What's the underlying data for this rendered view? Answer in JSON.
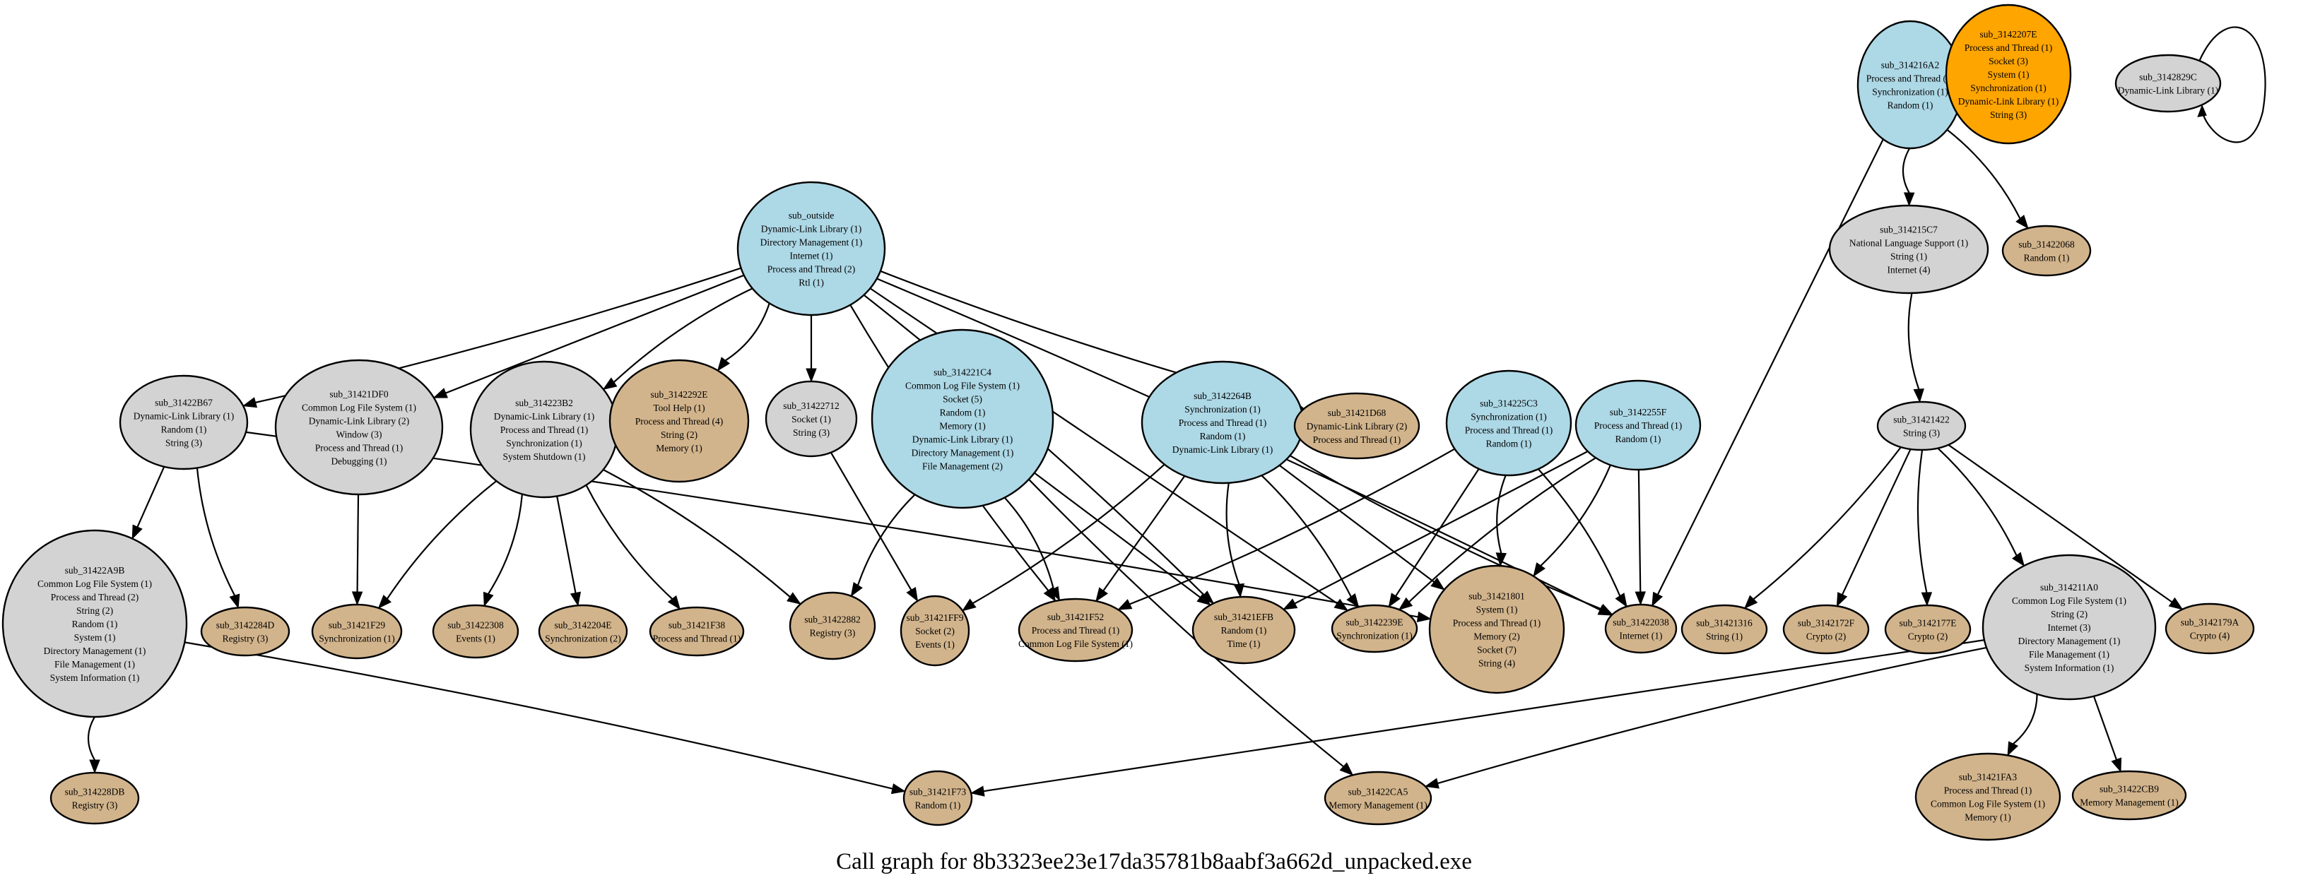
{
  "title": "Call graph for 8b3323ee23e17da35781b8aabf3a662d_unpacked.exe",
  "colors": {
    "root": "#add8e6",
    "intermediate": "#d3d3d3",
    "leaf": "#d2b48c",
    "isolated_highlight": "#ffa500"
  },
  "nodes": [
    {
      "id": "sub_outside",
      "category": "root",
      "lines": [
        "Dynamic-Link Library (1)",
        "Directory Management (1)",
        "Internet (1)",
        "Process and Thread (2)",
        "Rtl (1)"
      ]
    },
    {
      "id": "sub_31422B67",
      "category": "intermediate",
      "lines": [
        "Dynamic-Link Library (1)",
        "Random (1)",
        "String (3)"
      ]
    },
    {
      "id": "sub_31421DF0",
      "category": "intermediate",
      "lines": [
        "Common Log File System (1)",
        "Dynamic-Link Library (2)",
        "Window (3)",
        "Process and Thread (1)",
        "Debugging (1)"
      ]
    },
    {
      "id": "sub_314223B2",
      "category": "intermediate",
      "lines": [
        "Dynamic-Link Library (1)",
        "Process and Thread (1)",
        "Synchronization (1)",
        "System Shutdown (1)"
      ]
    },
    {
      "id": "sub_3142292E",
      "category": "leaf",
      "lines": [
        "Tool Help (1)",
        "Process and Thread (4)",
        "String (2)",
        "Memory (1)"
      ]
    },
    {
      "id": "sub_31422712",
      "category": "intermediate",
      "lines": [
        "Socket (1)",
        "String (3)"
      ]
    },
    {
      "id": "sub_314221C4",
      "category": "root",
      "lines": [
        "Common Log File System (1)",
        "Socket (5)",
        "Random (1)",
        "Memory (1)",
        "Dynamic-Link Library (1)",
        "Directory Management (1)",
        "File Management (2)"
      ]
    },
    {
      "id": "sub_3142264B",
      "category": "root",
      "lines": [
        "Synchronization (1)",
        "Process and Thread (1)",
        "Random (1)",
        "Dynamic-Link Library (1)"
      ]
    },
    {
      "id": "sub_31421D68",
      "category": "leaf",
      "lines": [
        "Dynamic-Link Library (2)",
        "Process and Thread (1)"
      ]
    },
    {
      "id": "sub_314225C3",
      "category": "root",
      "lines": [
        "Synchronization (1)",
        "Process and Thread (1)",
        "Random (1)"
      ]
    },
    {
      "id": "sub_3142255F",
      "category": "root",
      "lines": [
        "Process and Thread (1)",
        "Random (1)"
      ]
    },
    {
      "id": "sub_314216A2",
      "category": "root",
      "lines": [
        "Process and Thread (1)",
        "Synchronization (1)",
        "Random (1)"
      ]
    },
    {
      "id": "sub_3142207E",
      "category": "isolated_highlight",
      "lines": [
        "Process and Thread (1)",
        "Socket (3)",
        "System (1)",
        "Synchronization (1)",
        "Dynamic-Link Library (1)",
        "String (3)"
      ]
    },
    {
      "id": "sub_3142829C",
      "category": "intermediate",
      "lines": [
        "Dynamic-Link Library (1)"
      ]
    },
    {
      "id": "sub_314215C7",
      "category": "intermediate",
      "lines": [
        "National Language Support (1)",
        "String (1)",
        "Internet (4)"
      ]
    },
    {
      "id": "sub_31422068",
      "category": "leaf",
      "lines": [
        "Random (1)"
      ]
    },
    {
      "id": "sub_31421422",
      "category": "intermediate",
      "lines": [
        "String (3)"
      ]
    },
    {
      "id": "sub_31422A9B",
      "category": "intermediate",
      "lines": [
        "Common Log File System (1)",
        "Process and Thread (2)",
        "String (2)",
        "Random (1)",
        "System (1)",
        "Directory Management (1)",
        "File Management (1)",
        "System Information (1)"
      ]
    },
    {
      "id": "sub_3142284D",
      "category": "leaf",
      "lines": [
        "Registry (3)"
      ]
    },
    {
      "id": "sub_31421F29",
      "category": "leaf",
      "lines": [
        "Synchronization (1)"
      ]
    },
    {
      "id": "sub_31422308",
      "category": "leaf",
      "lines": [
        "Events (1)"
      ]
    },
    {
      "id": "sub_3142204E",
      "category": "leaf",
      "lines": [
        "Synchronization (2)"
      ]
    },
    {
      "id": "sub_31421F38",
      "category": "leaf",
      "lines": [
        "Process and Thread (1)"
      ]
    },
    {
      "id": "sub_31422882",
      "category": "leaf",
      "lines": [
        "Registry (3)"
      ]
    },
    {
      "id": "sub_31421FF9",
      "category": "leaf",
      "lines": [
        "Socket (2)",
        "Events (1)"
      ]
    },
    {
      "id": "sub_31421F52",
      "category": "leaf",
      "lines": [
        "Process and Thread (1)",
        "Common Log File System (1)"
      ]
    },
    {
      "id": "sub_31421EFB",
      "category": "leaf",
      "lines": [
        "Random (1)",
        "Time (1)"
      ]
    },
    {
      "id": "sub_3142239E",
      "category": "leaf",
      "lines": [
        "Synchronization (1)"
      ]
    },
    {
      "id": "sub_31421801",
      "category": "leaf",
      "lines": [
        "System (1)",
        "Process and Thread (1)",
        "Memory (2)",
        "Socket (7)",
        "String (4)"
      ]
    },
    {
      "id": "sub_31422038",
      "category": "leaf",
      "lines": [
        "Internet (1)"
      ]
    },
    {
      "id": "sub_31421316",
      "category": "leaf",
      "lines": [
        "String (1)"
      ]
    },
    {
      "id": "sub_3142172F",
      "category": "leaf",
      "lines": [
        "Crypto (2)"
      ]
    },
    {
      "id": "sub_3142177E",
      "category": "leaf",
      "lines": [
        "Crypto (2)"
      ]
    },
    {
      "id": "sub_314211A0",
      "category": "intermediate",
      "lines": [
        "Common Log File System (1)",
        "String (2)",
        "Internet (3)",
        "Directory Management (1)",
        "File Management (1)",
        "System Information (1)"
      ]
    },
    {
      "id": "sub_3142179A",
      "category": "leaf",
      "lines": [
        "Crypto (4)"
      ]
    },
    {
      "id": "sub_314228DB",
      "category": "leaf",
      "lines": [
        "Registry (3)"
      ]
    },
    {
      "id": "sub_31421F73",
      "category": "leaf",
      "lines": [
        "Random (1)"
      ]
    },
    {
      "id": "sub_31422CA5",
      "category": "leaf",
      "lines": [
        "Memory Management (1)"
      ]
    },
    {
      "id": "sub_31421FA3",
      "category": "leaf",
      "lines": [
        "Process and Thread (1)",
        "Common Log File System (1)",
        "Memory (1)"
      ]
    },
    {
      "id": "sub_31422CB9",
      "category": "leaf",
      "lines": [
        "Memory Management (1)"
      ]
    }
  ],
  "edges": [
    [
      "sub_outside",
      "sub_31422B67"
    ],
    [
      "sub_outside",
      "sub_31421DF0"
    ],
    [
      "sub_outside",
      "sub_314223B2"
    ],
    [
      "sub_outside",
      "sub_3142292E"
    ],
    [
      "sub_outside",
      "sub_31422712"
    ],
    [
      "sub_outside",
      "sub_31421F52"
    ],
    [
      "sub_outside",
      "sub_31421EFB"
    ],
    [
      "sub_outside",
      "sub_3142239E"
    ],
    [
      "sub_outside",
      "sub_31421D68"
    ],
    [
      "sub_outside",
      "sub_31422038"
    ],
    [
      "sub_31422B67",
      "sub_31422A9B"
    ],
    [
      "sub_31422B67",
      "sub_3142284D"
    ],
    [
      "sub_31422B67",
      "sub_31421801"
    ],
    [
      "sub_31421DF0",
      "sub_31421F29"
    ],
    [
      "sub_314223B2",
      "sub_31421F29"
    ],
    [
      "sub_314223B2",
      "sub_31422308"
    ],
    [
      "sub_314223B2",
      "sub_3142204E"
    ],
    [
      "sub_314223B2",
      "sub_31421F38"
    ],
    [
      "sub_314223B2",
      "sub_31422882"
    ],
    [
      "sub_31422712",
      "sub_31421FF9"
    ],
    [
      "sub_314221C4",
      "sub_31422882"
    ],
    [
      "sub_314221C4",
      "sub_31421F52"
    ],
    [
      "sub_314221C4",
      "sub_31421EFB"
    ],
    [
      "sub_314221C4",
      "sub_31422CA5"
    ],
    [
      "sub_3142264B",
      "sub_31421FF9"
    ],
    [
      "sub_3142264B",
      "sub_31421F52"
    ],
    [
      "sub_3142264B",
      "sub_31421EFB"
    ],
    [
      "sub_3142264B",
      "sub_3142239E"
    ],
    [
      "sub_3142264B",
      "sub_31421801"
    ],
    [
      "sub_3142264B",
      "sub_31422038"
    ],
    [
      "sub_314225C3",
      "sub_31421F52"
    ],
    [
      "sub_314225C3",
      "sub_3142239E"
    ],
    [
      "sub_314225C3",
      "sub_31421801"
    ],
    [
      "sub_314225C3",
      "sub_31422038"
    ],
    [
      "sub_3142255F",
      "sub_31421EFB"
    ],
    [
      "sub_3142255F",
      "sub_3142239E"
    ],
    [
      "sub_3142255F",
      "sub_31421801"
    ],
    [
      "sub_3142255F",
      "sub_31422038"
    ],
    [
      "sub_314216A2",
      "sub_314215C7"
    ],
    [
      "sub_314216A2",
      "sub_31422068"
    ],
    [
      "sub_314216A2",
      "sub_31422038"
    ],
    [
      "sub_314215C7",
      "sub_31421422"
    ],
    [
      "sub_31421422",
      "sub_31421316"
    ],
    [
      "sub_31421422",
      "sub_3142172F"
    ],
    [
      "sub_31421422",
      "sub_3142177E"
    ],
    [
      "sub_31421422",
      "sub_314211A0"
    ],
    [
      "sub_31421422",
      "sub_3142179A"
    ],
    [
      "sub_31422A9B",
      "sub_314228DB"
    ],
    [
      "sub_31422A9B",
      "sub_31421F73"
    ],
    [
      "sub_314211A0",
      "sub_31421F73"
    ],
    [
      "sub_314211A0",
      "sub_31422CA5"
    ],
    [
      "sub_314211A0",
      "sub_31421FA3"
    ],
    [
      "sub_314211A0",
      "sub_31422CB9"
    ],
    [
      "sub_3142829C",
      "sub_3142829C"
    ]
  ]
}
